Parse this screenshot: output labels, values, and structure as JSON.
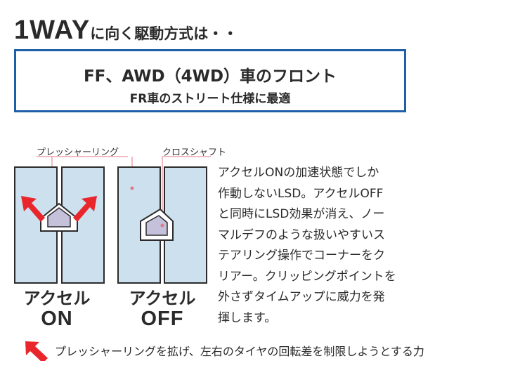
{
  "title": {
    "main": "1WAY",
    "sub": "に向く駆動方式は・・"
  },
  "box": {
    "main": "FF、AWD（4WD）車のフロント",
    "sub": "FR車のストリート仕様に最適"
  },
  "labels": {
    "pressure_ring": "プレッシャーリング",
    "cross_shaft": "クロスシャフト"
  },
  "states": [
    {
      "kana": "アクセル",
      "word": "ON"
    },
    {
      "kana": "アクセル",
      "word": "OFF"
    }
  ],
  "description_lines": [
    "アクセルONの加速状態でしか",
    "作動しないLSD。アクセルOFF",
    "と同時にLSD効果が消え、ノー",
    "マルデフのような扱いやすいス",
    "テアリング操作でコーナーをク",
    "リアー。クリッピングポイントを",
    "外さずタイムアップに威力を発",
    "揮します。"
  ],
  "legend": {
    "text": "プレッシャーリングを拡げ、左右のタイヤの回転差を制限しようとする力"
  },
  "colors": {
    "panel": "#cde0ee",
    "panel_border": "#2b2b2b",
    "cam": "#c5c1db",
    "arrow": "#e8262c",
    "leader": "#e07a8a",
    "box_border": "#1f5faa"
  }
}
